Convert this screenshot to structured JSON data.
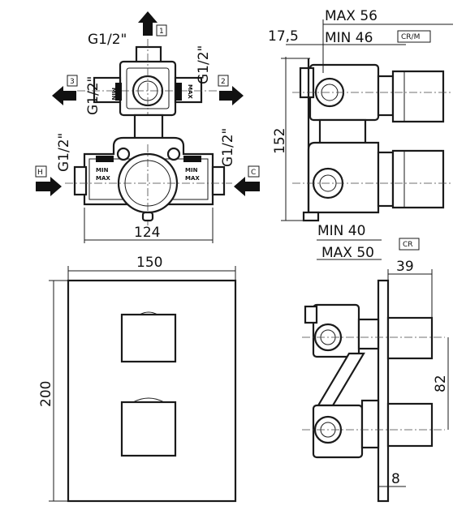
{
  "colors": {
    "line": "#1a1a1a",
    "background": "#ffffff"
  },
  "top_left_view": {
    "port_1": {
      "thread": "G1/2\"",
      "tag": "1"
    },
    "port_2": {
      "thread": "G1/2\"",
      "tag": "2"
    },
    "port_3": {
      "thread": "G1/2\"",
      "tag": "3"
    },
    "port_h": {
      "thread": "G1/2\"",
      "tag": "H"
    },
    "port_c": {
      "thread": "G1/2\"",
      "tag": "C"
    },
    "width_dim": "124",
    "stop_labels": {
      "min": "MIN",
      "max": "MAX"
    }
  },
  "top_right_view": {
    "max_depth": "MAX 56",
    "min_depth": "MIN 46",
    "offset": "17,5",
    "height_dim": "152",
    "min_bottom": "MIN 40",
    "max_bottom": "MAX 50",
    "variant_tag": "CR/M",
    "cr_tag": "CR"
  },
  "bottom_left_view": {
    "width_dim": "150",
    "height_dim": "200"
  },
  "bottom_right_view": {
    "depth_dim": "39",
    "spacing_dim": "82",
    "plate_dim": "8"
  }
}
